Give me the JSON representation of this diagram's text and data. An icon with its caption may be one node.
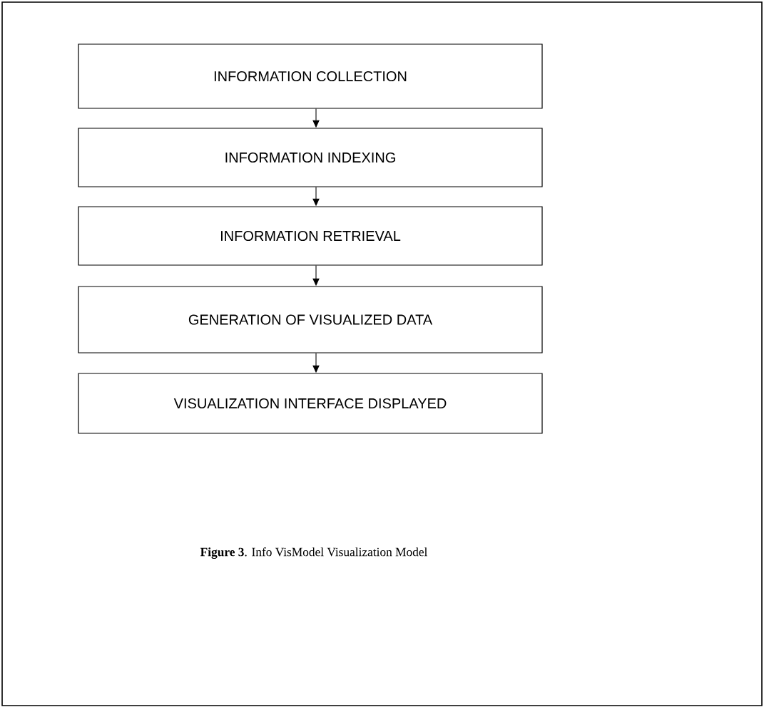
{
  "diagram": {
    "caption": "**Figure 3**. Info VisModel Visualization Model",
    "nodes": [
      {
        "text": [
          "INFORMATION COLLECTION"
        ]
      },
      {
        "text": [
          "INFORMATION INDEXING"
        ]
      },
      {
        "text": [
          "INFORMATION RETRIEVAL"
        ]
      },
      {
        "text": [
          "GENERATION OF VISUALIZED DATA"
        ]
      },
      {
        "text": [
          "VISUALIZATION INTERFACE DISPLAYED"
        ]
      }
    ],
    "edges": [
      {
        "from": 0,
        "to": 1,
        "arrow": "to"
      },
      {
        "from": 1,
        "to": 2,
        "arrow": "to"
      },
      {
        "from": 2,
        "to": 3,
        "arrow": "to"
      },
      {
        "from": 3,
        "to": 4,
        "arrow": "to"
      }
    ]
  }
}
